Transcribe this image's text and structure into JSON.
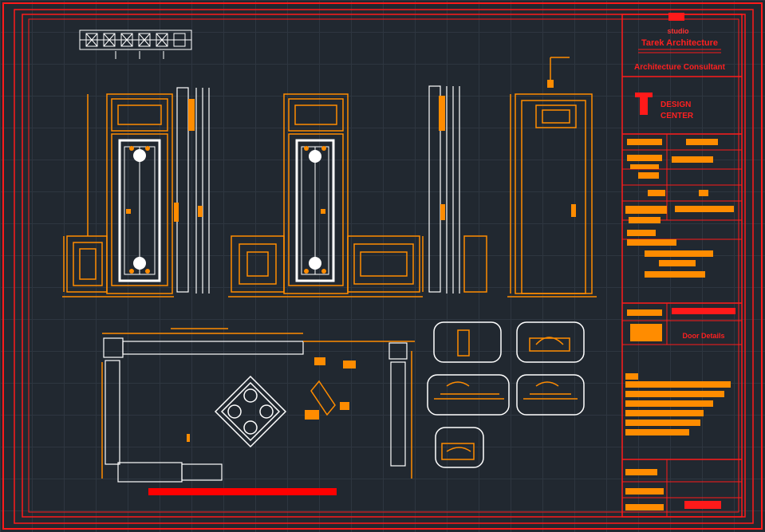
{
  "drawing": {
    "colors": {
      "background": "#212830",
      "grid": "#2e3640",
      "border": "#ff1a1a",
      "detail": "#ff8c00",
      "glass": "#ffffff"
    }
  },
  "title_block": {
    "studio_line": "studio",
    "studio_name": "Tarek Architecture",
    "subtitle": "Architecture Consultant",
    "logo_line1": "DESIGN",
    "logo_line2": "CENTER",
    "sheet_title": "Door Details"
  }
}
